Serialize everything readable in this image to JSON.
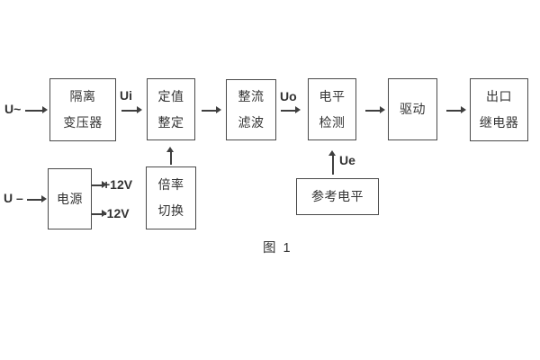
{
  "diagram": {
    "caption": "图 1",
    "inputs": {
      "ac_label": "U~",
      "dc_label": "U –"
    },
    "signals": {
      "ui": "Ui",
      "uo": "Uo",
      "ue": "Ue",
      "plus12v": "+12V",
      "minus12v": "-12V"
    },
    "blocks": {
      "isolation_transformer": {
        "line1": "隔离",
        "line2": "变压器"
      },
      "value_setting": {
        "line1": "定值",
        "line2": "整定"
      },
      "rectify_filter": {
        "line1": "整流",
        "line2": "滤波"
      },
      "level_detect": {
        "line1": "电平",
        "line2": "检测"
      },
      "drive": {
        "label": "驱动"
      },
      "output_relay": {
        "line1": "出口",
        "line2": "继电器"
      },
      "power_supply": {
        "label": "电源"
      },
      "ratio_switch": {
        "line1": "倍率",
        "line2": "切换"
      },
      "reference_level": {
        "label": "参考电平"
      }
    },
    "colors": {
      "line": "#3f3f3f",
      "text": "#333333",
      "background": "#ffffff"
    }
  }
}
